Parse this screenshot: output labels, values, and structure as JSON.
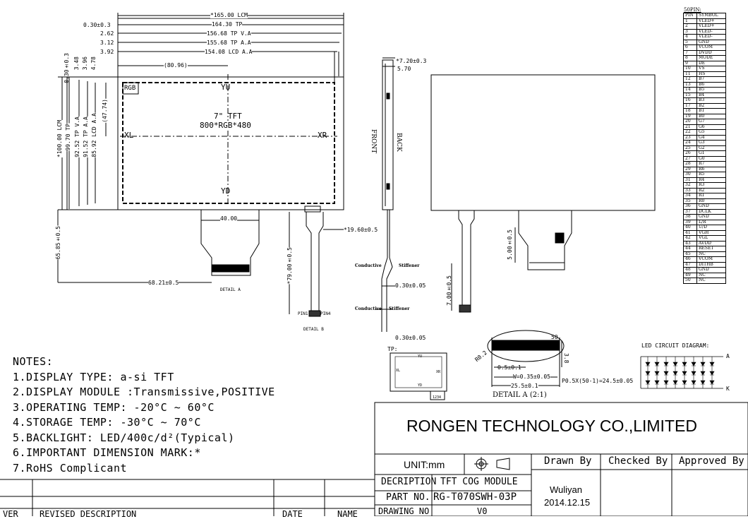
{
  "header": {
    "pin_title": "50PIN:"
  },
  "pin_table": {
    "head": [
      "PIN",
      "SYMBOL"
    ],
    "rows": [
      [
        "1",
        "VLED+"
      ],
      [
        "2",
        "VLED+"
      ],
      [
        "3",
        "VLED-"
      ],
      [
        "4",
        "VLED-"
      ],
      [
        "5",
        "GND"
      ],
      [
        "6",
        "VCOM"
      ],
      [
        "7",
        "DVDD"
      ],
      [
        "8",
        "MODE"
      ],
      [
        "9",
        "DE"
      ],
      [
        "10",
        "VS"
      ],
      [
        "11",
        "HS"
      ],
      [
        "12",
        "B7"
      ],
      [
        "13",
        "B6"
      ],
      [
        "14",
        "B5"
      ],
      [
        "15",
        "B4"
      ],
      [
        "16",
        "B3"
      ],
      [
        "17",
        "B2"
      ],
      [
        "18",
        "B1"
      ],
      [
        "19",
        "B0"
      ],
      [
        "20",
        "G7"
      ],
      [
        "21",
        "G6"
      ],
      [
        "22",
        "G5"
      ],
      [
        "23",
        "G4"
      ],
      [
        "24",
        "G3"
      ],
      [
        "25",
        "G2"
      ],
      [
        "26",
        "G1"
      ],
      [
        "27",
        "G0"
      ],
      [
        "28",
        "R7"
      ],
      [
        "29",
        "R6"
      ],
      [
        "30",
        "R5"
      ],
      [
        "31",
        "R4"
      ],
      [
        "32",
        "R3"
      ],
      [
        "33",
        "R2"
      ],
      [
        "34",
        "R1"
      ],
      [
        "35",
        "R0"
      ],
      [
        "36",
        "GND"
      ],
      [
        "37",
        "DCLK"
      ],
      [
        "38",
        "GND"
      ],
      [
        "39",
        "L/R"
      ],
      [
        "40",
        "U/D"
      ],
      [
        "41",
        "VGH"
      ],
      [
        "42",
        "VGL"
      ],
      [
        "43",
        "AVDD"
      ],
      [
        "44",
        "RESET"
      ],
      [
        "45",
        "NC"
      ],
      [
        "46",
        "VCOM"
      ],
      [
        "47",
        "DITHB"
      ],
      [
        "48",
        "GND"
      ],
      [
        "49",
        "NC"
      ],
      [
        "50",
        "NC"
      ]
    ]
  },
  "front_view": {
    "dims_top": [
      "*165.00 LCM",
      "0.30±0.3",
      "164.30 TP",
      "2.62",
      "156.68 TP V.A",
      "3.12",
      "155.68 TP A.A",
      "3.92",
      "154.08 LCD A.A"
    ],
    "dim_80": "(80.96)",
    "dims_left": [
      "0.30±0.3",
      "3.48",
      "3.96",
      "4.78",
      "*100.00 LCM",
      "99.70 TP",
      "92.52 TP V.A",
      "91.52 TP A.A",
      "85.92 LCD A.A"
    ],
    "dim_47": "(47.74)",
    "rgb": "RGB",
    "yu": "YU",
    "yd": "YD",
    "xl": "XL",
    "xr": "XR",
    "panel_line1": "7\" TFT",
    "panel_line2": "800*RGB*480",
    "dim_40": "40.00",
    "dim_68": "68.21±0.5",
    "dim_6585": "65.85±0.5",
    "detail_a": "DETAIL A",
    "dim_7900": "*79.00±0.5",
    "dim_1960": "*19.60±0.5",
    "pin1": "PIN1",
    "pin4": "PIN4",
    "detail_b": "DETAIL B"
  },
  "side_view": {
    "dim_720": "*7.20±0.3",
    "dim_570": "5.70",
    "front": "FRONT",
    "back": "BACK",
    "conductive1": "Conductive",
    "stiffener1": "Stiffener",
    "dim_030a": "0.30±0.05",
    "conductive2": "Conductive",
    "stiffener2": "Stiffener",
    "dim_030b": "0.30±0.05"
  },
  "back_view": {
    "dim_500": "5.00±0.5",
    "dim_700": "7.00±0.5"
  },
  "tp_view": {
    "label": "TP:",
    "yu": "YU",
    "yd": "YD",
    "xl": "XL",
    "xr": "XR",
    "pins": "1234"
  },
  "detail_a_view": {
    "pin_50": "50",
    "r02": "R0.2",
    "dim_38": "3.8",
    "dim_05": "0.5±0.1",
    "dim_w": "W=0.35±0.05",
    "dim_p": "P0.5X(50-1)=24.5±0.05",
    "dim_255": "25.5±0.1",
    "caption": "DETAIL A (2:1)"
  },
  "led": {
    "title": "LED CIRCUIT DIAGRAM:",
    "anode": "A",
    "cathode": "K"
  },
  "notes": [
    "NOTES:",
    "1.DISPLAY TYPE:   a-si TFT",
    "2.DISPLAY MODULE :Transmissive,POSITIVE",
    "3.OPERATING TEMP: -20°C  ~ 60°C",
    "4.STORAGE TEMP:   -30°C  ~ 70°C",
    "5.BACKLIGHT: LED/400c/d²(Typical)",
    "6.IMPORTANT DIMENSION MARK:*",
    "7.RoHS Complicant"
  ],
  "title_block": {
    "company": "RONGEN TECHNOLOGY CO.,LIMITED",
    "unit": "UNIT:mm",
    "drawn_by": "Drawn By",
    "checked_by": "Checked By",
    "approved_by": "Approved By",
    "description_label": "DECRIPTION",
    "description": "TFT COG MODULE",
    "part_no_label": "PART NO.",
    "part_no": "RG-T070SWH-03P",
    "drawing_no_label": "DRAWING NO",
    "drawing_no": "V0",
    "drawer": "Wuliyan",
    "date": "2014.12.15"
  },
  "revision": {
    "ver": "VER",
    "desc": "REVISED DESCRIPTION",
    "date": "DATE",
    "name": "NAME"
  }
}
